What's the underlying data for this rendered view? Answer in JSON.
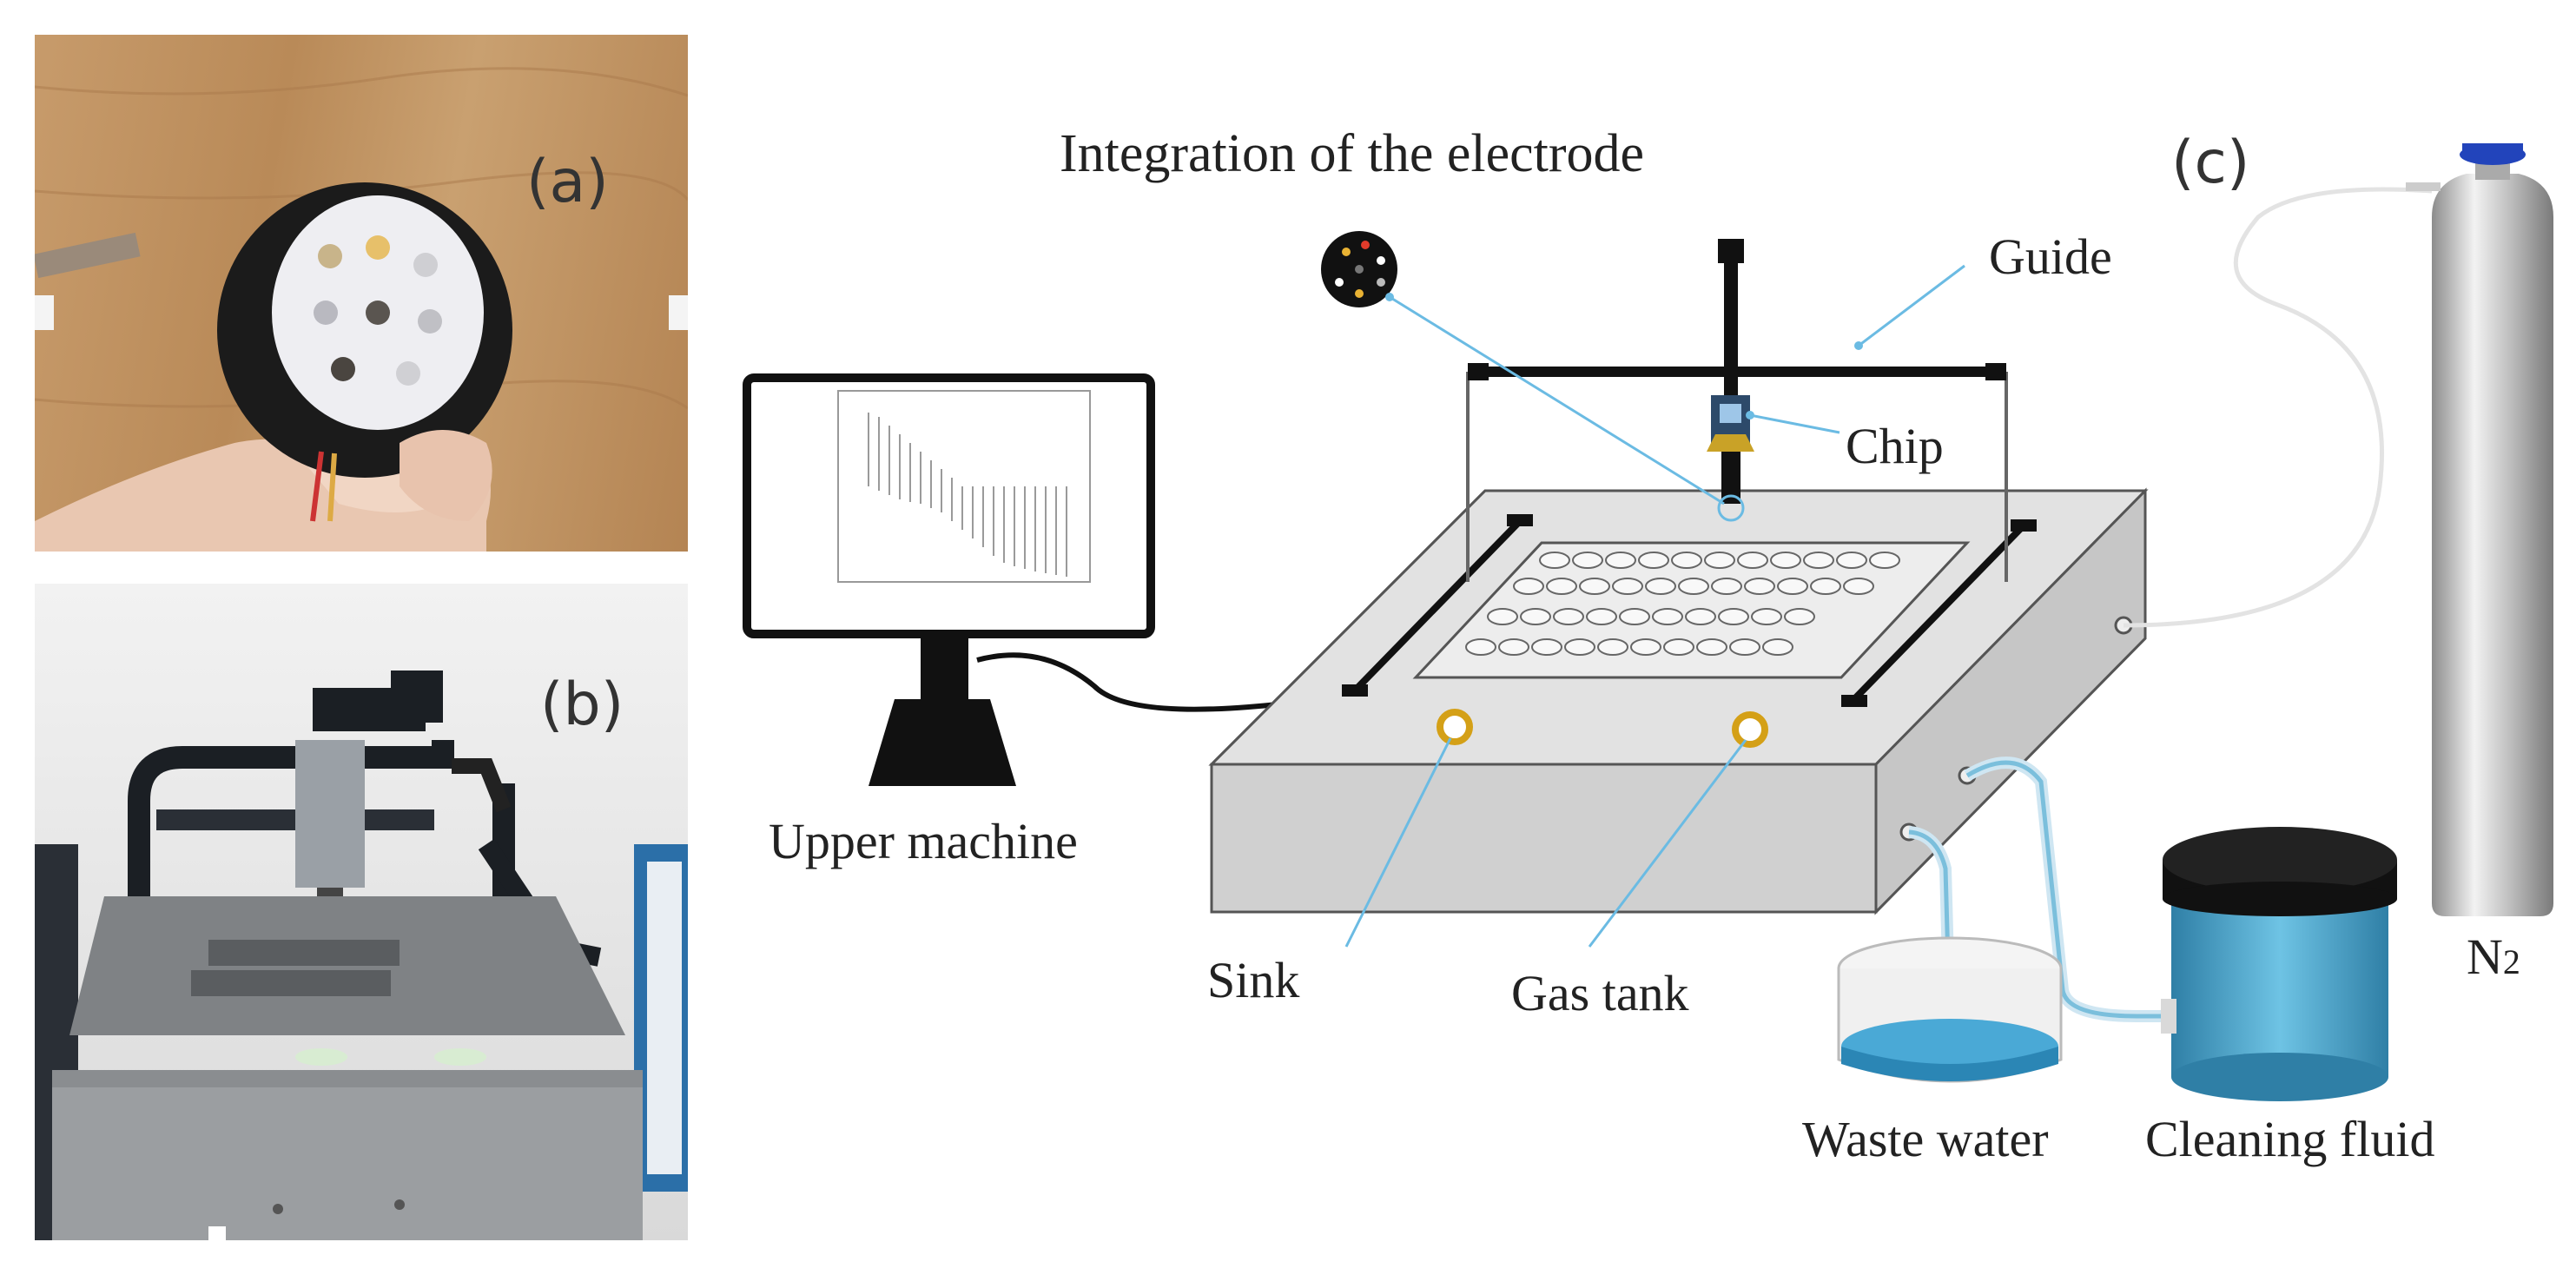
{
  "panels": {
    "a": {
      "label": "(a)"
    },
    "b": {
      "label": "(b)"
    },
    "c": {
      "label": "(c)",
      "title": "Integration of the electrode",
      "labels": {
        "guide": "Guide",
        "chip": "Chip",
        "upper_machine": "Upper machine",
        "sink": "Sink",
        "gas_tank": "Gas tank",
        "waste_water": "Waste water",
        "cleaning_fluid": "Cleaning fluid",
        "n2_main": "N",
        "n2_sub": "2"
      }
    }
  },
  "colors": {
    "wood": "#b9895a",
    "device_body": "#d7d7d7",
    "water": "#4aa9d6",
    "leader_line": "#6bbbe3",
    "port_ring": "#d4a017"
  }
}
